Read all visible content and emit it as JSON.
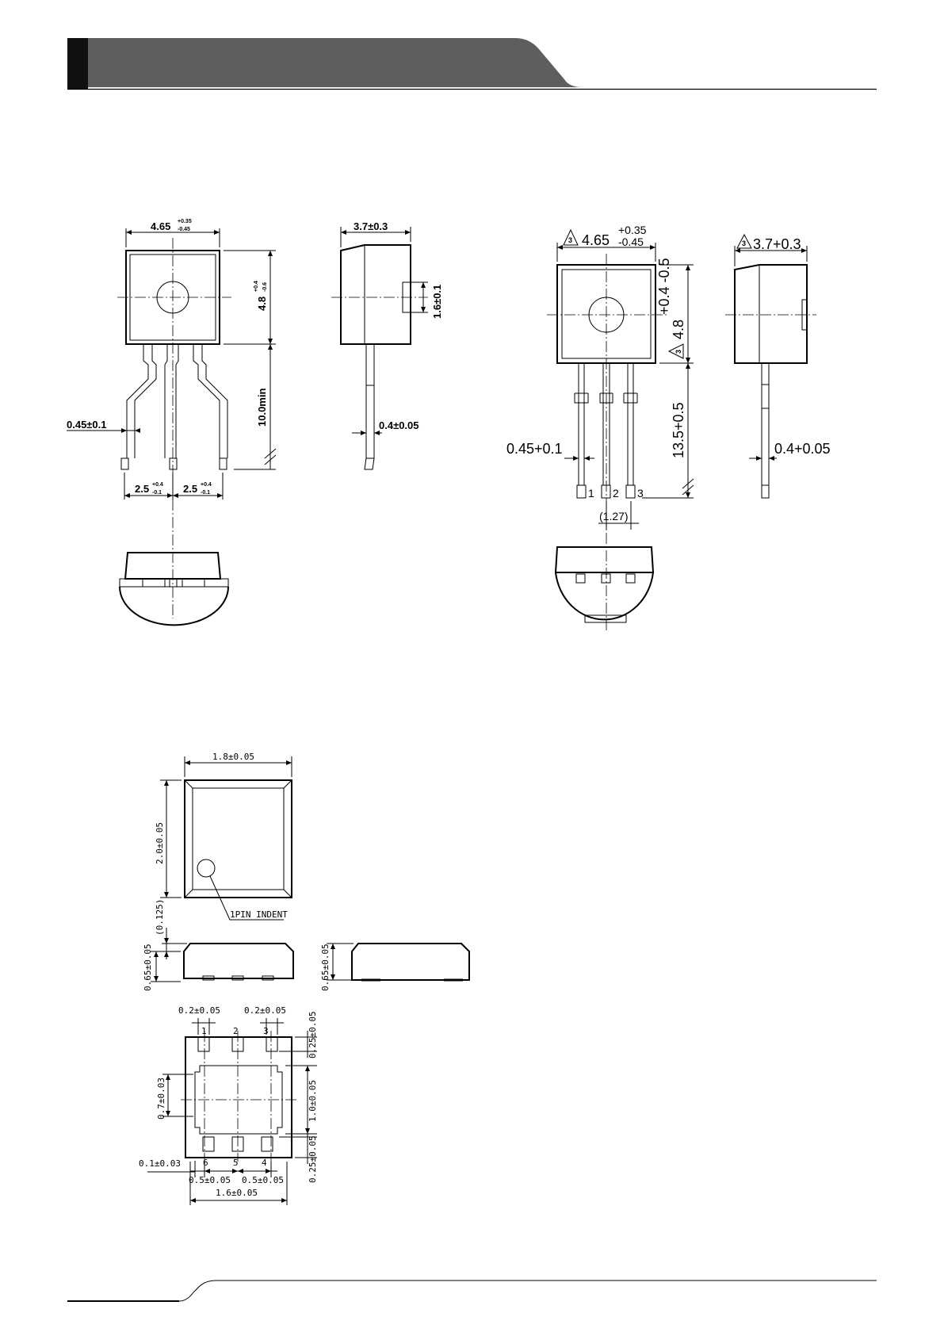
{
  "colors": {
    "header_bar": "#5e5e5e",
    "header_block": "#111111",
    "line": "#000000"
  },
  "pkg1": {
    "width": "4.65",
    "width_tol_plus": "+0.35",
    "width_tol_minus": "-0.45",
    "height": "4.8",
    "height_tol_plus": "+0.4",
    "height_tol_minus": "-0.6",
    "side_width": "3.7±0.3",
    "window": "1.6±0.1",
    "lead_length": "10.0min",
    "lead_width": "0.45±0.1",
    "lead_thickness": "0.4±0.05",
    "pitch": "2.5",
    "pitch_tol_plus": "+0.4",
    "pitch_tol_minus": "-0.1"
  },
  "pkg2": {
    "rev_mark": "3",
    "width": "4.65",
    "width_tol_plus": "+0.35",
    "width_tol_minus": "-0.45",
    "side_width": "3.7+0.3",
    "height": "4.8",
    "height_tol": "+0.4 -0.5",
    "lead_length": "13.5+0.5",
    "lead_width": "0.45+0.1",
    "lead_thickness": "0.4+0.05",
    "pin_pitch": "(1.27)",
    "pins": [
      "1",
      "2",
      "3"
    ]
  },
  "pkg3": {
    "width": "1.8±0.05",
    "height": "2.0±0.05",
    "pin_indent": "1PIN INDENT",
    "standoff": "(0.125)",
    "thickness": "0.65±0.05",
    "thickness_side": "0.65±0.05",
    "pad_w_left": "0.2±0.05",
    "pad_w_right": "0.2±0.05",
    "pad_len_top": "0.25±0.05",
    "pad_len_bottom": "0.25±0.05",
    "center_pad_h": "1.0±0.05",
    "center_pad_w": "0.7±0.03",
    "edge_gap": "0.1±0.03",
    "pitch_a": "0.5±0.05",
    "pitch_b": "0.5±0.05",
    "body_len": "1.6±0.05",
    "pins_top": [
      "1",
      "2",
      "3"
    ],
    "pins_bottom": [
      "6",
      "5",
      "4"
    ]
  }
}
